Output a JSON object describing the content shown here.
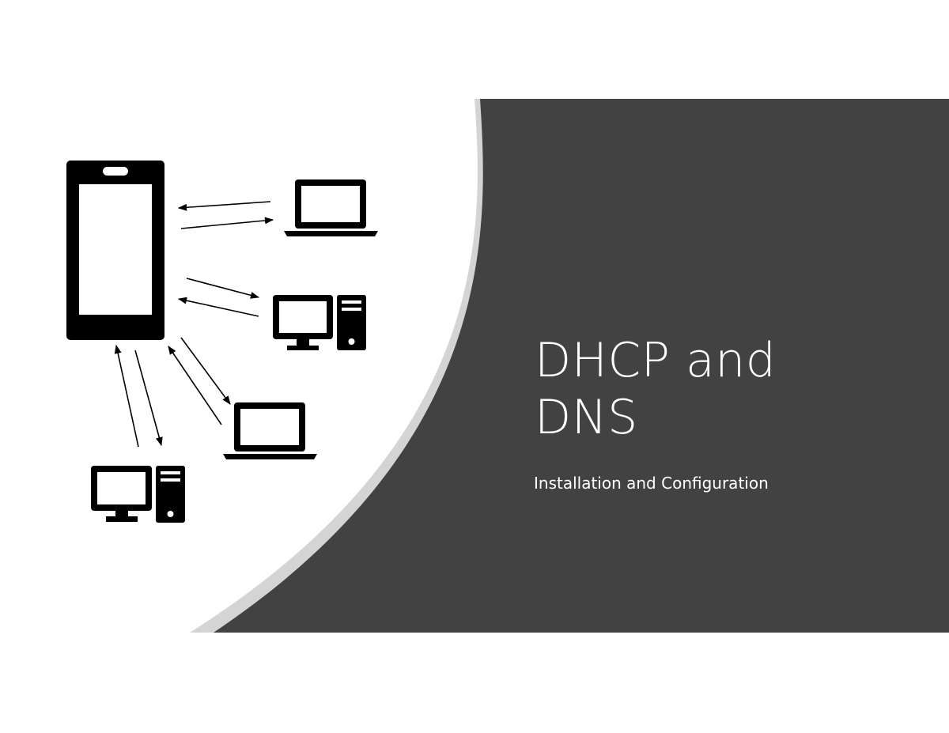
{
  "slide": {
    "title_line1": "DHCP and",
    "title_line2": "DNS",
    "subtitle": "Installation and Configuration"
  },
  "colors": {
    "panel": "#424242",
    "curve_accent": "#d4d4d4",
    "icon": "#000000",
    "text": "#ffffff"
  },
  "icons": [
    "smartphone-icon",
    "laptop-icon",
    "desktop-computer-icon"
  ]
}
